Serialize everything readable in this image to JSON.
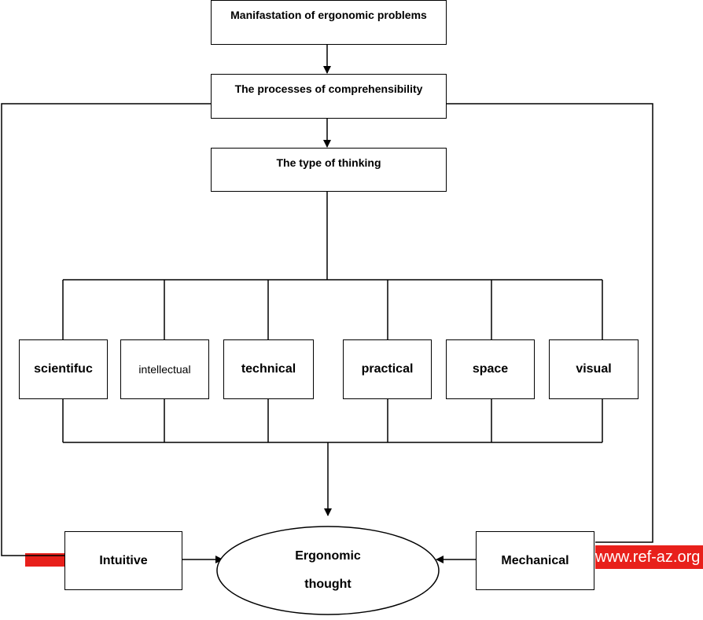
{
  "boxes": {
    "manifestation": "Manifastation of ergonomic problems",
    "processes": "The processes of comprehensibility",
    "thinking": "The type of thinking"
  },
  "thinking_types": [
    "scientifuc",
    "intellectual",
    "technical",
    "practical",
    "space",
    "visual"
  ],
  "sides": {
    "left": "Intuitive",
    "right": "Mechanical"
  },
  "center": {
    "line1": "Ergonomic",
    "line2": "thought"
  },
  "watermark": "www.ref-az.org",
  "colors": {
    "line": "#000000",
    "watermark": "#e8201b"
  }
}
